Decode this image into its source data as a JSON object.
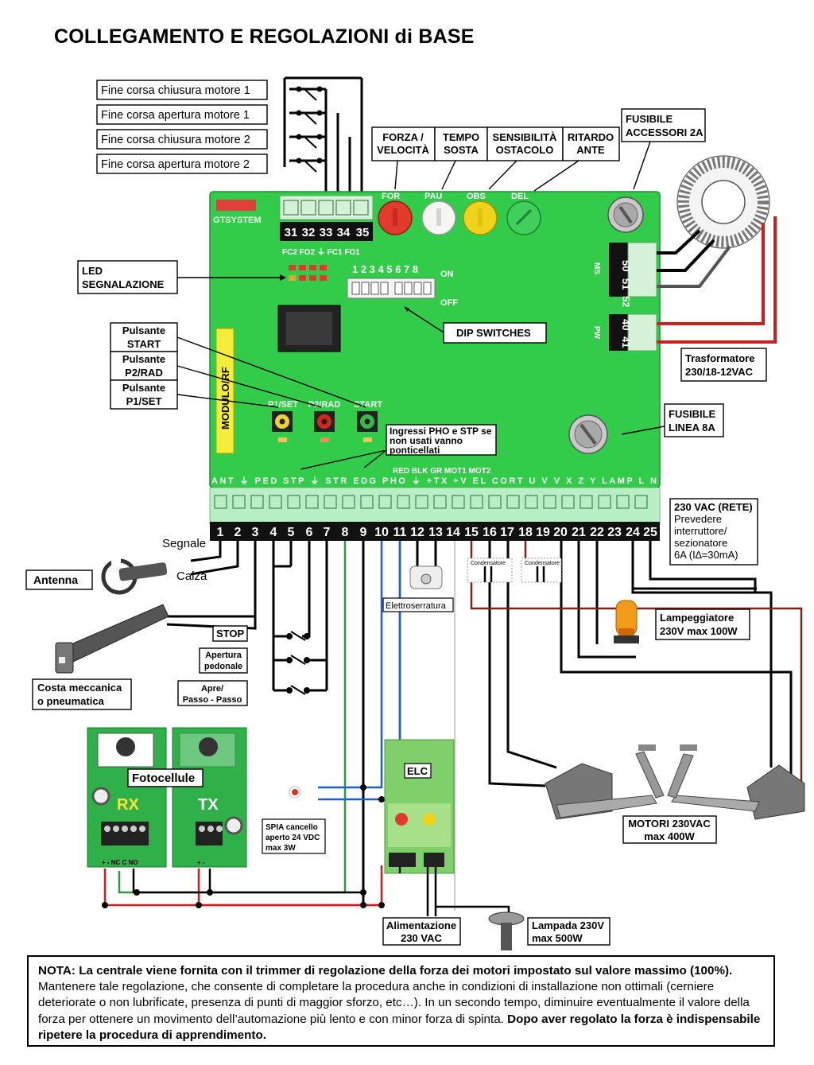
{
  "page": {
    "title": "COLLEGAMENTO E REGOLAZIONI di BASE"
  },
  "limit_switches": [
    "Fine corsa chiusura motore 1",
    "Fine corsa apertura motore 1",
    "Fine corsa chiusura motore 2",
    "Fine corsa apertura motore 2"
  ],
  "trimmers": [
    {
      "line1": "FORZA /",
      "line2": "VELOCITÀ",
      "code": "FOR"
    },
    {
      "line1": "TEMPO",
      "line2": "SOSTA",
      "code": "PAU"
    },
    {
      "line1": "SENSIBILITÀ",
      "line2": "OSTACOLO",
      "code": "OBS"
    },
    {
      "line1": "RITARDO",
      "line2": "ANTE",
      "code": "DEL"
    }
  ],
  "fuse_accessories": {
    "line1": "FUSIBILE",
    "line2": "ACCESSORI 2A"
  },
  "fuse_line": {
    "line1": "FUSIBILE",
    "line2": "LINEA  8A"
  },
  "board": {
    "brand": "GTSYSTEM",
    "top_terminals": [
      "31",
      "32",
      "33",
      "34",
      "35"
    ],
    "top_terminal_caption": "FC2 FO2  ⏚  FC1 FO1",
    "dip_numbers": "1 2 3 4   5 6 7 8",
    "dip_on": "ON",
    "dip_off": "OFF",
    "module": "MODULO/RF",
    "buttons": [
      "P1/SET",
      "P2/RAD",
      "START"
    ],
    "ms_terminals": [
      "50",
      "51",
      "52"
    ],
    "ms_code": "MS",
    "pw_terminals": [
      "40",
      "41"
    ],
    "pw_code": "PW",
    "bottom_caption": "ANT ⏚ PED STP ⏚ STR EDG PHO ⏚ +TX +V EL CORT U  V  V  X  Z  Y  LAMP  L    N",
    "bottom_caption_top": "RED    BLK  GR     MOT1        MOT2",
    "bottom_terminals": [
      "1",
      "2",
      "3",
      "4",
      "5",
      "6",
      "7",
      "8",
      "9",
      "10",
      "11",
      "12",
      "13",
      "14",
      "15",
      "16",
      "17",
      "18",
      "19",
      "20",
      "21",
      "22",
      "23",
      "24",
      "25"
    ]
  },
  "labels": {
    "led": {
      "line1": "LED",
      "line2": "SEGNALAZIONE"
    },
    "dip": "DIP SWITCHES",
    "start": {
      "line1": "Pulsante",
      "line2": "START"
    },
    "p2rad": {
      "line1": "Pulsante",
      "line2": "P2/RAD"
    },
    "p1set": {
      "line1": "Pulsante",
      "line2": "P1/SET"
    },
    "transformer": {
      "line1": "Trasformatore",
      "line2": "230/18-12VAC"
    },
    "pho_stp": {
      "line1": "Ingressi PHO e STP se",
      "line2": "non usati vanno",
      "line3": "ponticellati"
    },
    "rete": {
      "line1": "230 VAC (RETE)",
      "line2": "Prevedere",
      "line3": "interruttore/",
      "line4": "sezionatore",
      "line5": "6A (I∆=30mA)"
    },
    "segnale": "Segnale",
    "calza": "Calza",
    "antenna": "Antenna",
    "elettroserratura": "Elettroserratura",
    "condensatore": "Condensatore",
    "lampeggiatore": {
      "line1": "Lampeggiatore",
      "line2": "230V max 100W"
    },
    "stop": "STOP",
    "apertura": {
      "line1": "Apertura",
      "line2": "pedonale"
    },
    "apre": {
      "line1": "Apre/",
      "line2": "Passo - Passo"
    },
    "costa": {
      "line1": "Costa meccanica",
      "line2": "o pneumatica"
    },
    "fotocellule": "Fotocellule",
    "rx": "RX",
    "tx": "TX",
    "rx_pins": "+  -  NC C NO",
    "tx_pins": "+  -",
    "spia": {
      "line1": "SPIA cancello",
      "line2": "aperto 24 VDC",
      "line3": "max 3W"
    },
    "elc": "ELC",
    "motori": {
      "line1": "MOTORI 230VAC",
      "line2": "max 400W"
    },
    "alimentazione": {
      "line1": "Alimentazione",
      "line2": "230 VAC"
    },
    "lampada": {
      "line1": "Lampada 230V",
      "line2": "max 500W"
    }
  },
  "colors": {
    "board": "#33cc4a",
    "red_wire": "#cc1f1f",
    "blue_wire": "#1a5fcc",
    "green_wire": "#2a9a3a",
    "trimmer_red": "#e23b2c",
    "trimmer_yellow": "#f0d21c"
  },
  "note": {
    "nota_label": "NOTA:",
    "bold_text": " La centrale viene fornita con il trimmer di regolazione della forza dei motori impostato sul valore massimo (100%).",
    "text": " Mantenere tale regolazione, che consente di completare la procedura anche in condizioni di installazione non ottimali (cerniere deteriorate o non lubrificate, presenza di punti di maggior sforzo, etc…). In un secondo tempo, diminuire eventualmente il valore della forza per ottenere un movimento dell’automazione più lento e con minor forza di spinta.",
    "final": "Dopo aver regolato la forza è indispensabile ripetere la procedura di apprendimento."
  }
}
